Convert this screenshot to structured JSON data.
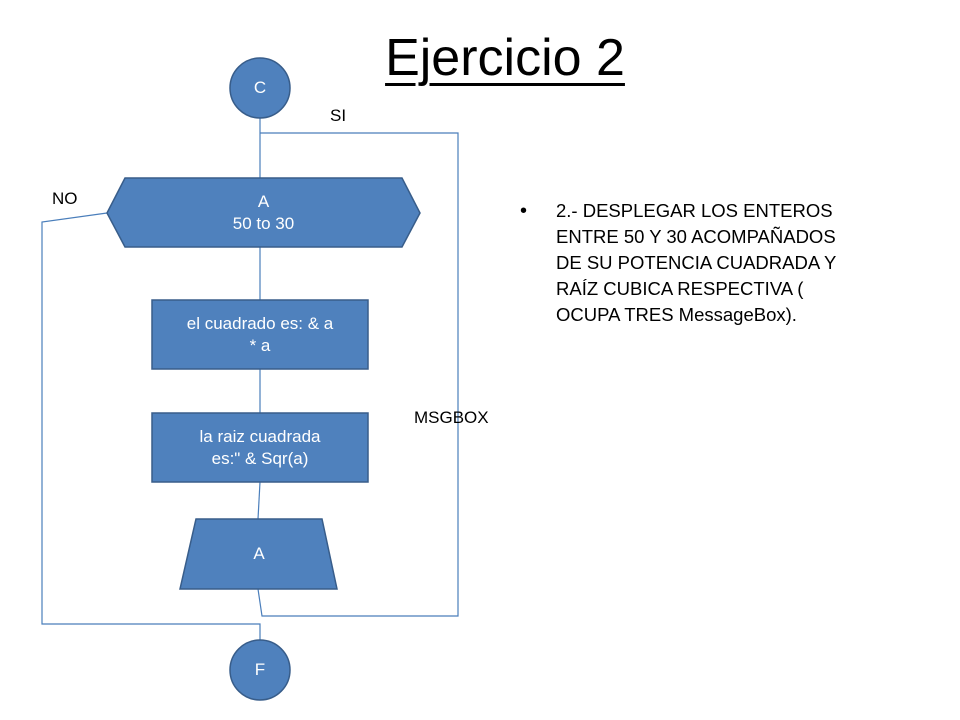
{
  "slide": {
    "title": "Ejercicio 2",
    "bullet": "2.- DESPLEGAR LOS ENTEROS\nENTRE 50 Y 30 ACOMPAÑADOS\nDE SU POTENCIA CUADRADA Y\nRAÍZ CUBICA RESPECTIVA (\nOCUPA TRES MessageBox)."
  },
  "flowchart": {
    "start_label": "C",
    "loop_label": "A\n50 to 30",
    "process1_label": "el cuadrado es: & a\n* a",
    "process2_label": "la raiz cuadrada\nes:\" & Sqr(a)",
    "output_label": "A",
    "end_label": "F",
    "yes_label": "SI",
    "no_label": "NO",
    "msgbox_label": "MSGBOX"
  },
  "colors": {
    "shape_fill": "#4f81bd",
    "shape_border": "#385d8a",
    "connector": "#4a7ebb",
    "text_on_shape": "#ffffff"
  }
}
